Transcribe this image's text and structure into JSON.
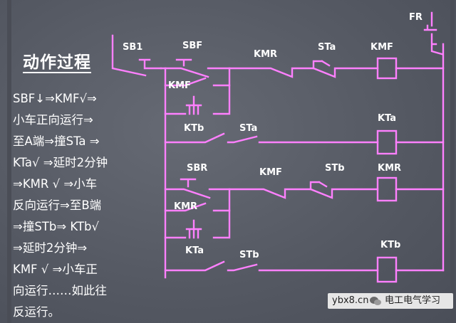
{
  "heading": "动作过程",
  "process_lines": [
    "SBF↓⇒KMF√⇒",
    "小车正向运行⇒",
    "至A端⇒撞STa ⇒",
    "KTa√ ⇒延时2分钟",
    "⇒KMR √ ⇒小车",
    "反向运行⇒至B端",
    "⇒撞STb⇒ KTb√",
    "⇒延时2分钟⇒",
    "KMF √ ⇒小车正",
    "向运行……如此往",
    "反运行。"
  ],
  "diagram": {
    "wire_color": "#ff80ff",
    "labels": {
      "fr": "FR",
      "sb1": "SB1",
      "sbf": "SBF",
      "kmr_nc_top": "KMR",
      "sta_nc_top": "STa",
      "kmf_coil": "KMF",
      "kmf_hold": "KMF",
      "ktb_contact": "KTb",
      "sta_no": "STa",
      "kta_coil": "KTa",
      "sbr": "SBR",
      "kmf_nc": "KMF",
      "stb_nc": "STb",
      "kmr_coil": "KMR",
      "kmr_hold": "KMR",
      "kta_contact": "KTa",
      "stb_no": "STb",
      "ktb_coil": "KTb"
    }
  },
  "watermark": {
    "site": "ybx8.cn",
    "icon": "wechat-icon",
    "name": "电工电气学习"
  }
}
